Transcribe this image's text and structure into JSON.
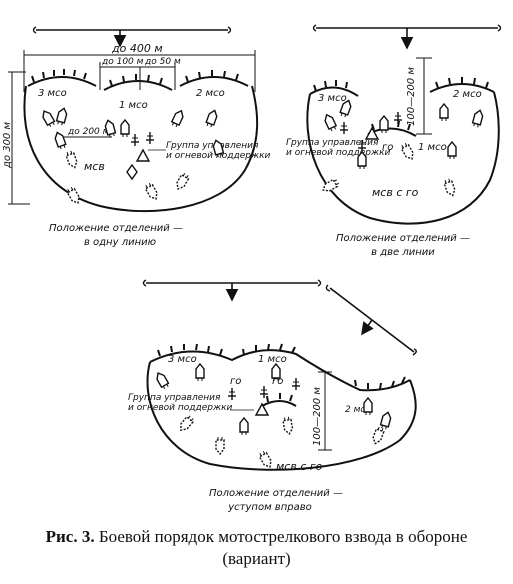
{
  "diagram_1": {
    "dim_total_width": "до 400 м",
    "dim_gap_1": "до 100 м",
    "dim_gap_2": "до 50 м",
    "dim_depth": "до 300 м",
    "dim_inner": "до 200 м",
    "squad_3": "3 мсо",
    "squad_1": "1 мсо",
    "squad_2": "2 мсо",
    "platoon": "мсв",
    "control_group_line1": "Группа управления",
    "control_group_line2": "и огневой поддержки",
    "caption_line1": "Положение отделений —",
    "caption_line2": "в одну линию"
  },
  "diagram_2": {
    "squad_3": "3 мсо",
    "squad_2": "2 мсо",
    "squad_1": "1 мсо",
    "go": "го",
    "dim_depth": "100—200 м",
    "platoon": "мсв с го",
    "control_group_line1": "Группа управления",
    "control_group_line2": "и огневой поддержки",
    "caption_line1": "Положение отделений —",
    "caption_line2": "в две линии"
  },
  "diagram_3": {
    "squad_3": "3 мсо",
    "squad_1": "1 мсо",
    "squad_2": "2 мсо",
    "go_1": "го",
    "go_2": "го",
    "dim_depth": "100—200 м",
    "platoon": "мсв с го",
    "control_group_line1": "Группа управления",
    "control_group_line2": "и огневой поддержки",
    "caption_line1": "Положение отделений —",
    "caption_line2": "уступом вправо"
  },
  "figure": {
    "label": "Рис. 3.",
    "title_line1": "Боевой порядок мотострелкового взвода в обороне",
    "title_line2": "(вариант)"
  },
  "colors": {
    "ink": "#111111",
    "background": "#ffffff"
  }
}
